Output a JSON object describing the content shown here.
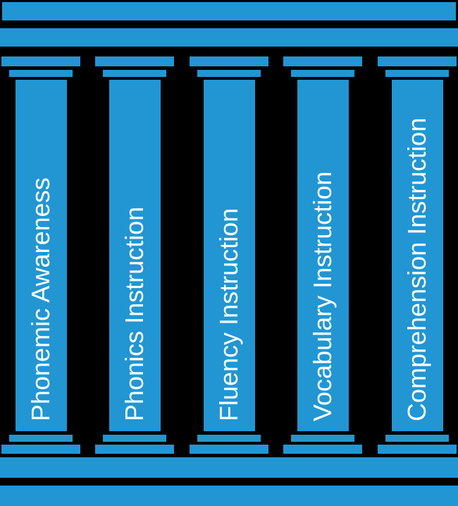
{
  "diagram": {
    "type": "five-pillar-temple",
    "colors": {
      "pillar": "#2196d3",
      "background": "#000000",
      "label_text": "#ffffff"
    },
    "pillars": [
      {
        "label": "Phonemic Awareness"
      },
      {
        "label": "Phonics Instruction"
      },
      {
        "label": "Fluency Instruction"
      },
      {
        "label": "Vocabulary Instruction"
      },
      {
        "label": "Comprehension Instruction"
      }
    ]
  }
}
